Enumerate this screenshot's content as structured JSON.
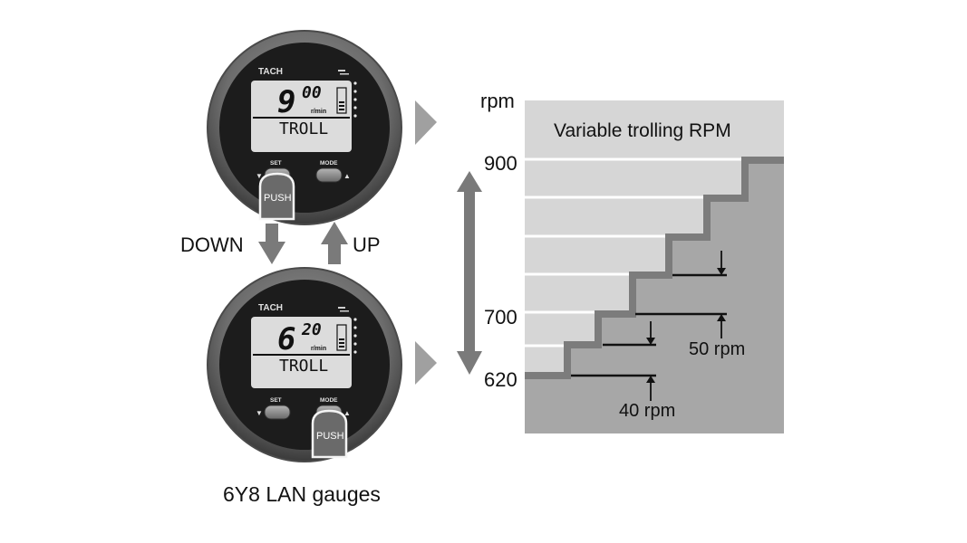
{
  "gauge_top": {
    "brand": "TACH",
    "digit_big": "9",
    "digit_small": "00",
    "unit": "r/min",
    "mode_text": "TROLL",
    "set_label": "SET",
    "mode_label": "MODE",
    "push_label": "PUSH"
  },
  "gauge_bottom": {
    "brand": "TACH",
    "digit_big": "6",
    "digit_small": "20",
    "unit": "r/min",
    "mode_text": "TROLL",
    "set_label": "SET",
    "mode_label": "MODE",
    "push_label": "PUSH"
  },
  "arrows": {
    "down_label": "DOWN",
    "up_label": "UP"
  },
  "caption": "6Y8 LAN gauges",
  "chart": {
    "unit_label": "rpm",
    "title": "Variable trolling RPM",
    "ticks": [
      "900",
      "700",
      "620"
    ],
    "annotation_50": "50 rpm",
    "annotation_40": "40 rpm"
  },
  "chart_data": {
    "type": "line",
    "title": "Variable trolling RPM",
    "ylabel": "rpm",
    "y_ticks": [
      620,
      700,
      900
    ],
    "ylim": [
      620,
      900
    ],
    "steps_rpm": [
      620,
      660,
      700,
      750,
      800,
      850,
      900
    ],
    "step_increments": {
      "below_700": 40,
      "above_700": 50
    }
  }
}
